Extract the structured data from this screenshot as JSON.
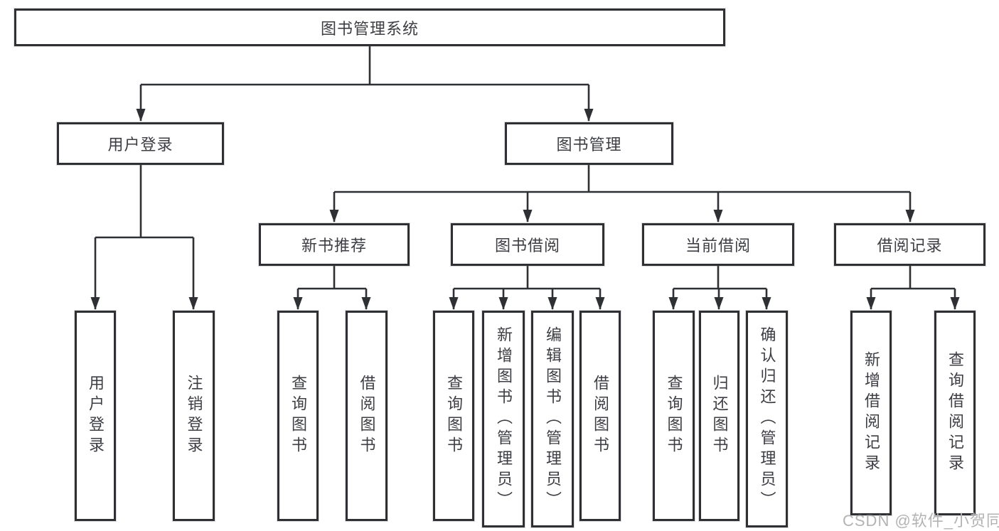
{
  "diagram": {
    "title": "图书管理系统",
    "root": {
      "label": "图书管理系统"
    },
    "level2": [
      {
        "label": "用户登录"
      },
      {
        "label": "图书管理"
      }
    ],
    "level3": [
      {
        "label": "新书推荐"
      },
      {
        "label": "图书借阅"
      },
      {
        "label": "当前借阅"
      },
      {
        "label": "借阅记录"
      }
    ],
    "leaves": {
      "user_login": [
        "用户登录",
        "注销登录"
      ],
      "new_book": [
        "查询图书",
        "借阅图书"
      ],
      "borrow": [
        "查询图书",
        "新增图书（管理员）",
        "编辑图书（管理员）",
        "借阅图书"
      ],
      "current": [
        "查询图书",
        "归还图书",
        "确认归还（管理员）"
      ],
      "records": [
        "新增借阅记录",
        "查询借阅记录"
      ]
    }
  },
  "watermark": "CSDN @软件_小贺同学",
  "colors": {
    "line": "#2e3033",
    "text": "#3d3e43",
    "watermark": "#b3b3b3",
    "background": "#ffffff"
  }
}
